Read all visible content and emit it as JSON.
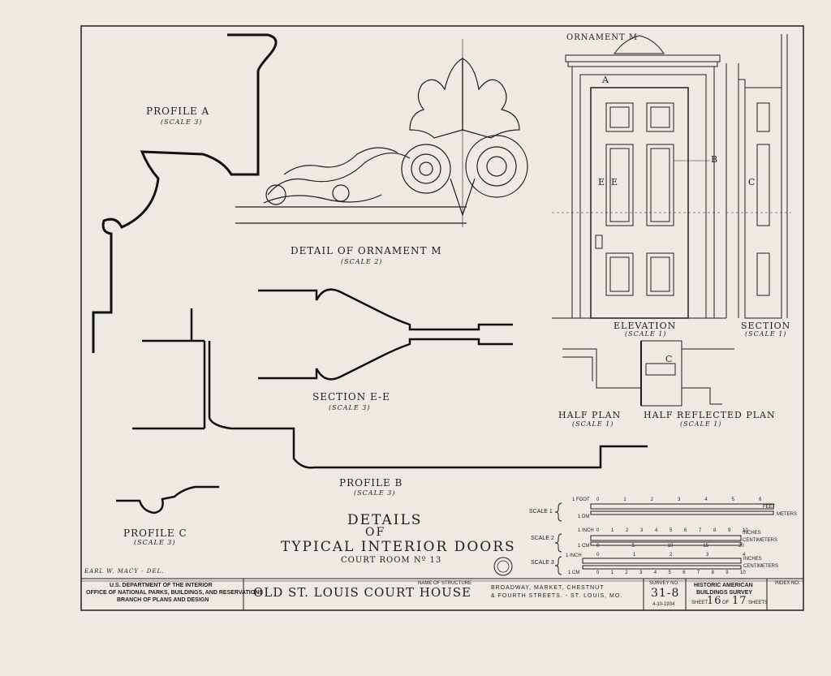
{
  "sheet": {
    "title_line1": "DETAILS",
    "title_line2": "OF",
    "title_line3": "TYPICAL INTERIOR DOORS",
    "title_sub": "COURT ROOM Nº 13",
    "delineator": "EARL W. MACY - DEL."
  },
  "labels": {
    "profile_a": "PROFILE A",
    "profile_a_scale": "(SCALE 3)",
    "detail_ornament": "DETAIL OF ORNAMENT M",
    "detail_ornament_scale": "(SCALE 2)",
    "ornament_m": "ORNAMENT M",
    "section_ee": "SECTION E-E",
    "section_ee_scale": "(SCALE 3)",
    "profile_b": "PROFILE B",
    "profile_b_scale": "(SCALE 3)",
    "profile_c": "PROFILE C",
    "profile_c_scale": "(SCALE 3)",
    "elevation": "ELEVATION",
    "elevation_scale": "(SCALE 1)",
    "section": "SECTION",
    "section_scale": "(SCALE 1)",
    "half_plan": "HALF PLAN",
    "half_plan_scale": "(SCALE 1)",
    "half_reflected_plan": "HALF REFLECTED PLAN",
    "half_reflected_plan_scale": "(SCALE 1)",
    "mark_a": "A",
    "mark_b": "B",
    "mark_c": "C",
    "mark_e": "E",
    "mark_c_plan": "C"
  },
  "scales": {
    "scale1": "SCALE 1",
    "scale2": "SCALE 2",
    "scale3": "SCALE 3",
    "feet": "FEET",
    "meters": "METERS",
    "inches": "INCHES",
    "centimeters": "CENTIMETERS",
    "one_foot": "1 FOOT",
    "one_inch": "1 INCH",
    "one_cm": "1 CM",
    "one_dm": "1 DM",
    "ticks_feet": [
      "0",
      "1",
      "2",
      "3",
      "4",
      "5",
      "6"
    ],
    "ticks_inches2": [
      "0",
      "1",
      "2",
      "3",
      "4",
      "5",
      "6",
      "7",
      "8",
      "9",
      "10"
    ],
    "ticks_cm2": [
      "0",
      "5",
      "10",
      "15",
      "20"
    ],
    "ticks_inches3": [
      "0",
      "1",
      "2",
      "3",
      "4"
    ],
    "ticks_cm3": [
      "0",
      "1",
      "2",
      "3",
      "4",
      "5",
      "6",
      "7",
      "8",
      "9",
      "10"
    ]
  },
  "title_block": {
    "agency1": "U.S. DEPARTMENT OF THE INTERIOR",
    "agency2": "OFFICE OF NATIONAL PARKS, BUILDINGS, AND RESERVATIONS",
    "agency3": "BRANCH OF PLANS AND DESIGN",
    "name_caption": "NAME OF STRUCTURE",
    "structure_name": "OLD ST. LOUIS COURT HOUSE",
    "location1": "BROADWAY, MARKET, CHESTNUT",
    "location2": "& FOURTH STREETS. - ST. LOUIS, MO.",
    "survey_caption": "SURVEY NO.",
    "survey_no": "31-8",
    "date": "4-10-1934",
    "habs1": "HISTORIC AMERICAN",
    "habs2": "BUILDINGS SURVEY",
    "sheet_word": "SHEET",
    "sheet_no": "16",
    "of_word": "OF",
    "sheet_total": "17",
    "sheets_word": "SHEETS",
    "index_caption": "INDEX NO."
  },
  "colors": {
    "paper": "#eceae2",
    "ink": "#1e1e1e"
  }
}
